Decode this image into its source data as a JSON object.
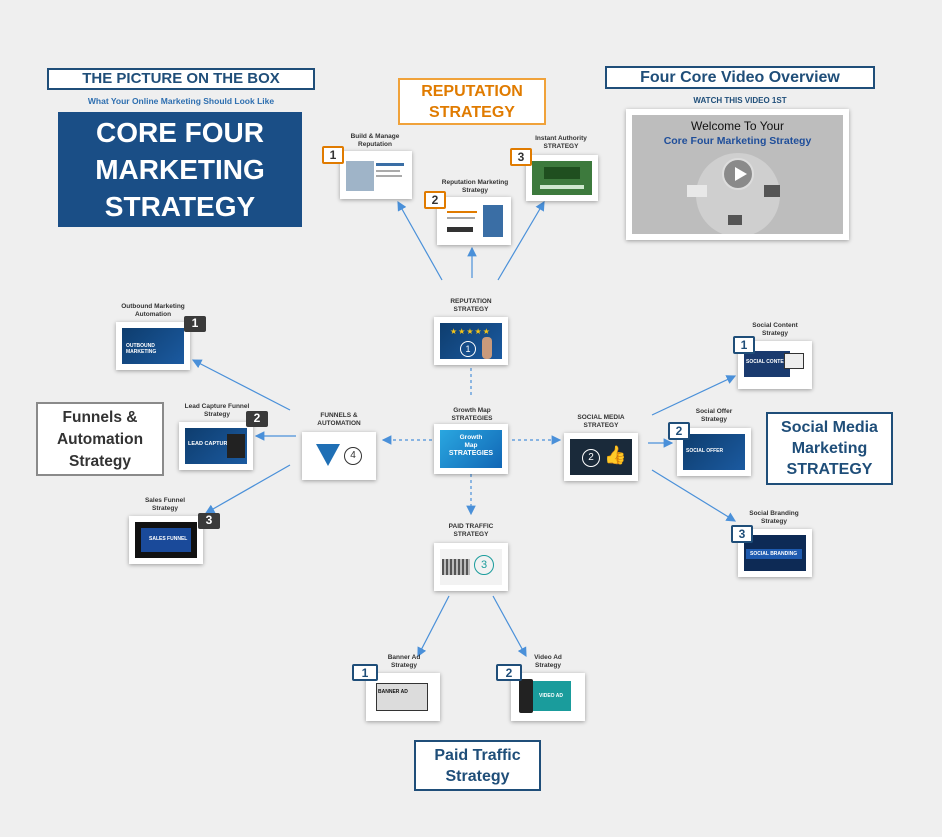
{
  "box_title": "THE PICTURE ON THE BOX",
  "box_subtitle": "What Your Online Marketing Should Look Like",
  "core_title": "CORE FOUR MARKETING STRATEGY",
  "reputation_title": "REPUTATION STRATEGY",
  "video_overview": {
    "title": "Four Core Video Overview",
    "subtitle": "WATCH THIS VIDEO 1ST",
    "welcome": "Welcome To Your",
    "strategy": "Core Four Marketing Strategy"
  },
  "reputation": {
    "hub_label": "REPUTATION STRATEGY",
    "items": [
      {
        "num": "1",
        "label": "Build & Manage Reputation"
      },
      {
        "num": "2",
        "label": "Reputation Marketing Strategy"
      },
      {
        "num": "3",
        "label": "Instant Authority STRATEGY"
      }
    ]
  },
  "center": {
    "label": "Growth Map STRATEGIES",
    "thumb": [
      "Growth",
      "Map",
      "STRATEGIES"
    ]
  },
  "funnels": {
    "hub_label": "FUNNELS & AUTOMATION",
    "hub_num": "4",
    "title": "Funnels & Automation Strategy",
    "items": [
      {
        "num": "1",
        "label": "Outbound Marketing Automation",
        "thumb": "OUTBOUND MARKETING"
      },
      {
        "num": "2",
        "label": "Lead Capture Funnel Strategy",
        "thumb": "LEAD CAPTURE"
      },
      {
        "num": "3",
        "label": "Sales Funnel Strategy",
        "thumb": "SALES FUNNEL"
      }
    ]
  },
  "social": {
    "hub_label": "SOCIAL MEDIA STRATEGY",
    "hub_num": "2",
    "title": "Social Media Marketing STRATEGY",
    "items": [
      {
        "num": "1",
        "label": "Social Content Strategy",
        "thumb": "SOCIAL CONTENT"
      },
      {
        "num": "2",
        "label": "Social Offer Strategy",
        "thumb": "SOCIAL OFFER"
      },
      {
        "num": "3",
        "label": "Social Branding Strategy",
        "thumb": "SOCIAL BRANDING"
      }
    ]
  },
  "paid": {
    "hub_label": "PAID TRAFFIC STRATEGY",
    "hub_num": "3",
    "title": "Paid Traffic Strategy",
    "items": [
      {
        "num": "1",
        "label": "Banner Ad Strategy",
        "thumb": "BANNER AD"
      },
      {
        "num": "2",
        "label": "Video Ad Strategy",
        "thumb": "VIDEO AD"
      }
    ]
  },
  "reputation_hub_num": "1",
  "colors": {
    "navy": "#1f4e79",
    "orange": "#e07b00",
    "dark": "#3a3a3a",
    "line": "#4a90d9"
  }
}
